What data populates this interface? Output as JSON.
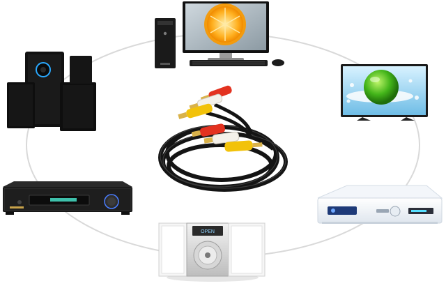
{
  "scene": {
    "center_item": "rca-av-cable",
    "devices": [
      "desktop-computer",
      "flat-screen-tv",
      "satellite-receiver",
      "mini-cd-stereo-system",
      "av-receiver-amplifier",
      "speaker-system"
    ],
    "colors": {
      "background": "#ffffff",
      "orbit_line": "#d9d9d9",
      "cable": "#141414",
      "plug_red": "#e33220",
      "plug_yellow": "#f2c20a",
      "plug_white": "#f4f1ea",
      "connector_gold": "#d9b24a"
    }
  },
  "labels": {
    "stereo_brand": "OPEN"
  }
}
